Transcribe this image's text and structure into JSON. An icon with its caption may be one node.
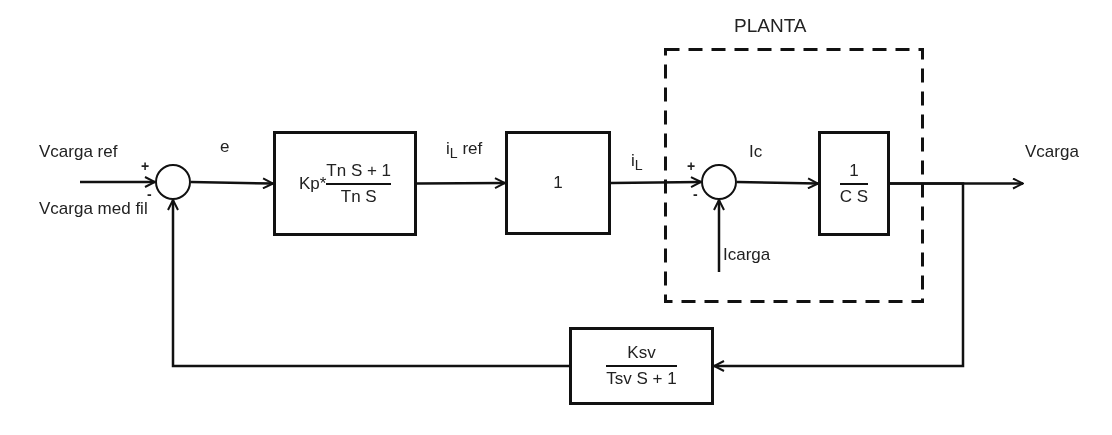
{
  "diagram": {
    "nodes": [
      {
        "text": [],
        "shape": "circle",
        "beside": [
          "+",
          "-"
        ]
      },
      {
        "text": [
          "Kp*",
          "Tn S + 1",
          "Tn S"
        ]
      },
      {
        "text": [
          "1"
        ]
      },
      {
        "text": [
          "PLANTA"
        ]
      },
      {
        "text": [],
        "shape": "circle",
        "in": 3,
        "beside": [
          "+",
          "-"
        ]
      },
      {
        "text": [
          "1",
          "C S"
        ],
        "in": 3
      },
      {
        "text": [
          "Ksv",
          "Tsv S + 1"
        ]
      }
    ],
    "edges": [
      {
        "from": null,
        "to": 0,
        "arrow": "to",
        "label": "Vcarga ref"
      },
      {
        "from": 0,
        "to": 1,
        "arrow": "to",
        "label": "e"
      },
      {
        "from": 1,
        "to": 2,
        "arrow": "to",
        "label": "i$_{L}$ ref"
      },
      {
        "from": 2,
        "to": 4,
        "arrow": "to",
        "label": "i$_{L}$"
      },
      {
        "from": null,
        "to": 4,
        "arrow": "to",
        "label": "Icarga"
      },
      {
        "from": 4,
        "to": 5,
        "arrow": "to",
        "label": "Ic"
      },
      {
        "from": 5,
        "to": null,
        "arrow": "to",
        "label": "Vcarga"
      },
      {
        "from": 5,
        "to": 6,
        "arrow": "to"
      },
      {
        "from": 6,
        "to": 0,
        "arrow": "to",
        "label": "Vcarga med fil"
      }
    ]
  }
}
